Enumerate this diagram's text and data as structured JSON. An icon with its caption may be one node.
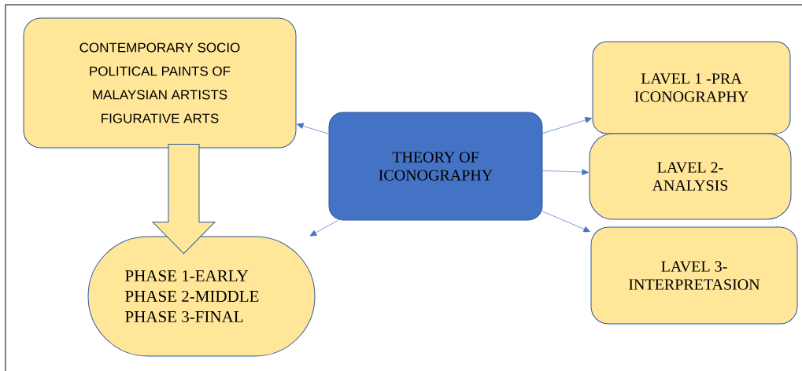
{
  "diagram": {
    "nodes": [
      {
        "text": [
          "CONTEMPORARY SOCIO POLITICAL PAINTS OF MALAYSIAN ARTISTS FIGURATIVE ARTS"
        ]
      },
      {
        "text": [
          "THEORY OF ICONOGRAPHY"
        ]
      },
      {
        "text": [
          "LAVEL 1 -PRA ICONOGRAPHY"
        ]
      },
      {
        "text": [
          "LAVEL 2- ANALYSIS"
        ]
      },
      {
        "text": [
          "LAVEL 3- INTERPRETASION"
        ]
      },
      {
        "text": [
          "PHASE 1-EARLY PHASE 2-MIDDLE PHASE 3-FINAL"
        ]
      }
    ],
    "edges": [
      {
        "from": 1,
        "to": 0,
        "arrow": "to"
      },
      {
        "from": 1,
        "to": 5,
        "arrow": "to"
      },
      {
        "from": 1,
        "to": 2,
        "arrow": "to"
      },
      {
        "from": 1,
        "to": 3,
        "arrow": "to"
      },
      {
        "from": 1,
        "to": 4,
        "arrow": "to"
      },
      {
        "from": 0,
        "to": 5,
        "arrow": "to",
        "style": "thick",
        "color": "#ffe699"
      }
    ]
  }
}
